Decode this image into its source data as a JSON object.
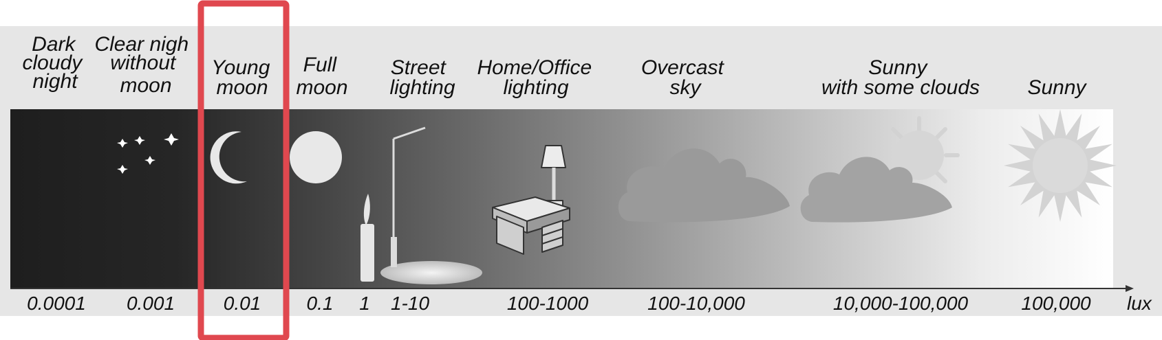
{
  "categories": [
    {
      "label": [
        "Dark",
        "cloudy",
        "night"
      ],
      "value": "0.0001"
    },
    {
      "label": [
        "Clear nigh",
        "without",
        "moon"
      ],
      "value": "0.001"
    },
    {
      "label": [
        "Young",
        "moon"
      ],
      "value": "0.01"
    },
    {
      "label": [
        "Full",
        "moon"
      ],
      "value": "0.1"
    },
    {
      "label": [
        "Street",
        "lighting"
      ],
      "value": "1-10"
    },
    {
      "label": [
        "Home/Office",
        "lighting"
      ],
      "value": "100-1000"
    },
    {
      "label": [
        "Overcast",
        "sky"
      ],
      "value": "100-10,000"
    },
    {
      "label": [
        "Sunny",
        "with some clouds"
      ],
      "value": "10,000-100,000"
    },
    {
      "label": [
        "Sunny"
      ],
      "value": "100,000"
    }
  ],
  "candle_value": "1",
  "unit": "lux",
  "icons": [
    "stars-icon",
    "crescent-moon-icon",
    "full-moon-icon",
    "candle-icon",
    "street-lamp-icon",
    "desk-lamp-icon",
    "cloud-icon",
    "cloud-with-sun-icon",
    "sun-icon"
  ],
  "highlight": {
    "category": "Young moon",
    "color": "#e0484f"
  },
  "colors": {
    "band_bg": "#e6e6e6",
    "dark": "#1e1e1e",
    "bright": "#ffffff"
  }
}
